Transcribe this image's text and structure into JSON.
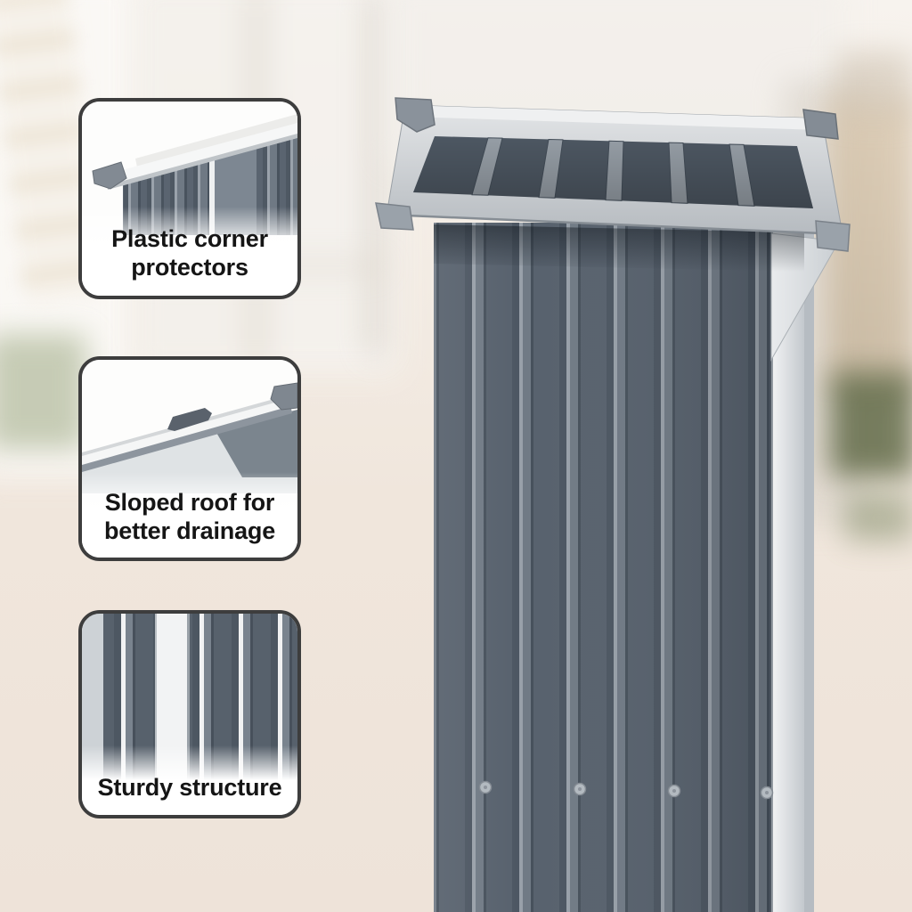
{
  "callouts": [
    {
      "label": "Plastic corner protectors"
    },
    {
      "label": "Sloped roof for better drainage"
    },
    {
      "label": "Sturdy structure"
    }
  ],
  "colors": {
    "background_cream": "#efe4da",
    "panel_dark": "#57616d",
    "panel_highlight": "#98a0a9",
    "roof_silver": "#d6dade",
    "corner_protector_gray": "#8a929b",
    "callout_border": "#3d3d3d",
    "label_text": "#151515"
  }
}
